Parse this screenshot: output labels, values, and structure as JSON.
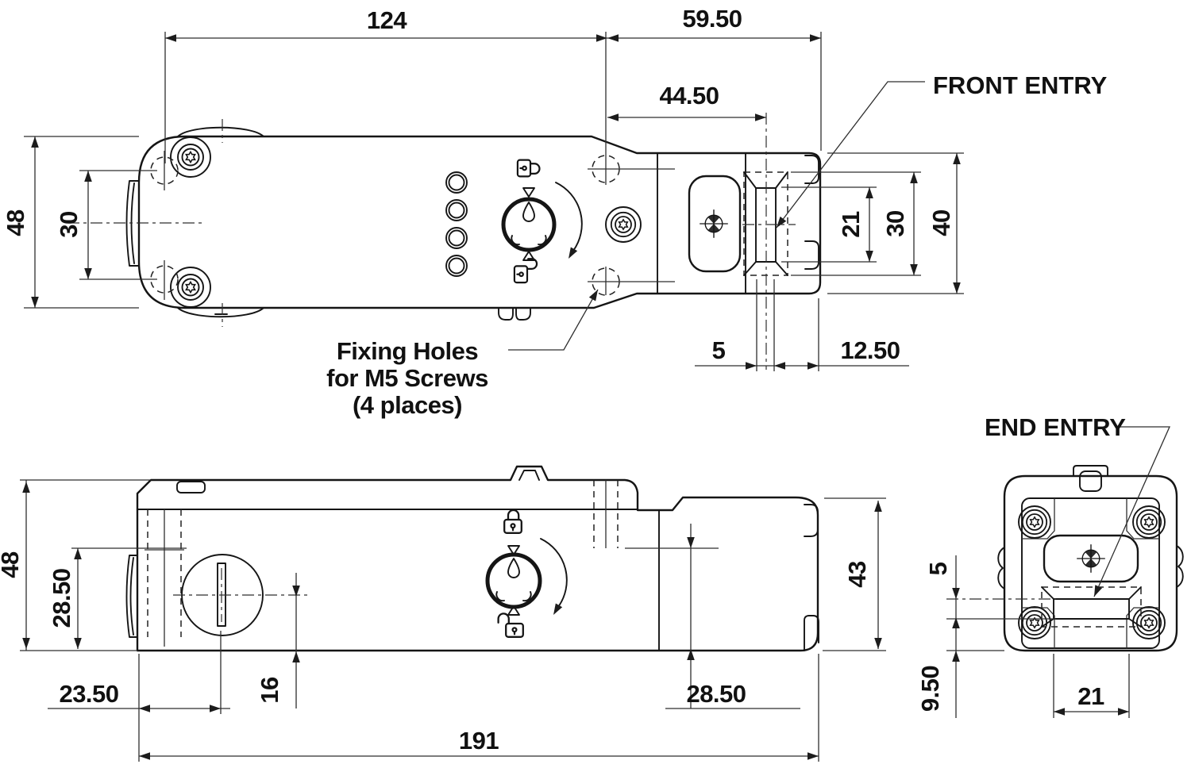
{
  "colors": {
    "ink": "#151515",
    "thin_line": "#2e2e2e",
    "background": "#ffffff"
  },
  "labels": {
    "front_entry": "FRONT ENTRY",
    "end_entry": "END ENTRY",
    "fixing_holes_1": "Fixing Holes",
    "fixing_holes_2": "for M5 Screws",
    "fixing_holes_3": "(4 places)"
  },
  "dims": {
    "top": {
      "overall_width": "124",
      "head_length": "59.50",
      "entry_offset": "44.50",
      "body_depth": "48",
      "hole_spacing": "30",
      "entry_width": "21",
      "head_inner": "30",
      "head_depth": "40",
      "lip": "5",
      "edge_offset": "12.50"
    },
    "side": {
      "body_height": "48",
      "entry_height_left": "28.50",
      "cylinder_offset": "23.50",
      "cylinder_height": "16",
      "entry_height_right": "28.50",
      "overall_length": "191",
      "head_height": "43"
    },
    "end": {
      "slot_gap": "5",
      "slot_bottom_offset": "9.50",
      "slot_width": "21"
    }
  }
}
